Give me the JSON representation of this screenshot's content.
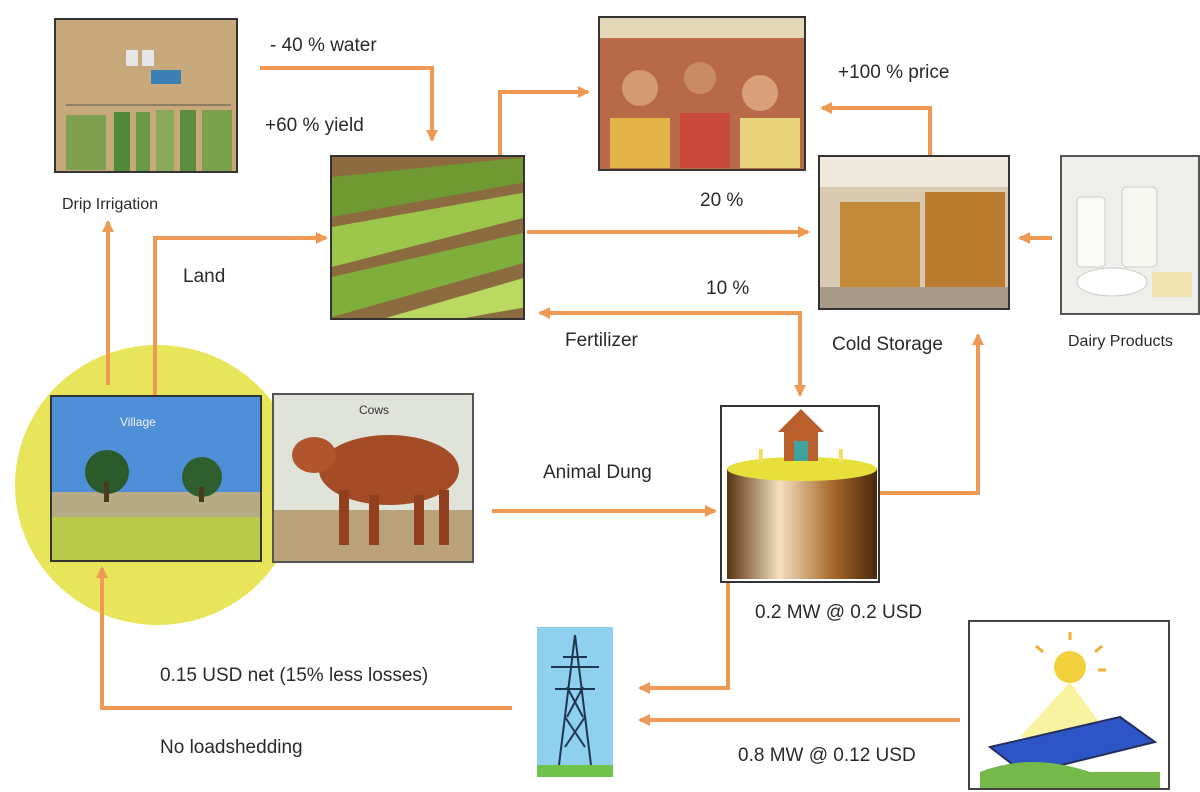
{
  "nodes": {
    "drip_irrigation": "Drip Irrigation",
    "land": "Land",
    "market_label": "",
    "cold_storage": "Cold Storage",
    "dairy_products": "Dairy Products",
    "village": "Village",
    "cows": "Cows",
    "biogas_plant": "",
    "grid_tower": "",
    "solar_panel": ""
  },
  "edges": {
    "water_saving": "- 40 % water",
    "yield_increase": "+60 % yield",
    "price_increase": "+100 % price",
    "to_storage": "20 %",
    "to_biogas": "10 %",
    "fertilizer": "Fertilizer",
    "animal_dung": "Animal Dung",
    "biogas_output": "0.2 MW @ 0.2 USD",
    "net_price": "0.15 USD net (15% less losses)",
    "no_loadshedding": "No loadshedding",
    "solar_output": "0.8 MW @ 0.12 USD"
  },
  "colors": {
    "arrow": "#EE9A55",
    "highlight": "#E8E55A"
  }
}
